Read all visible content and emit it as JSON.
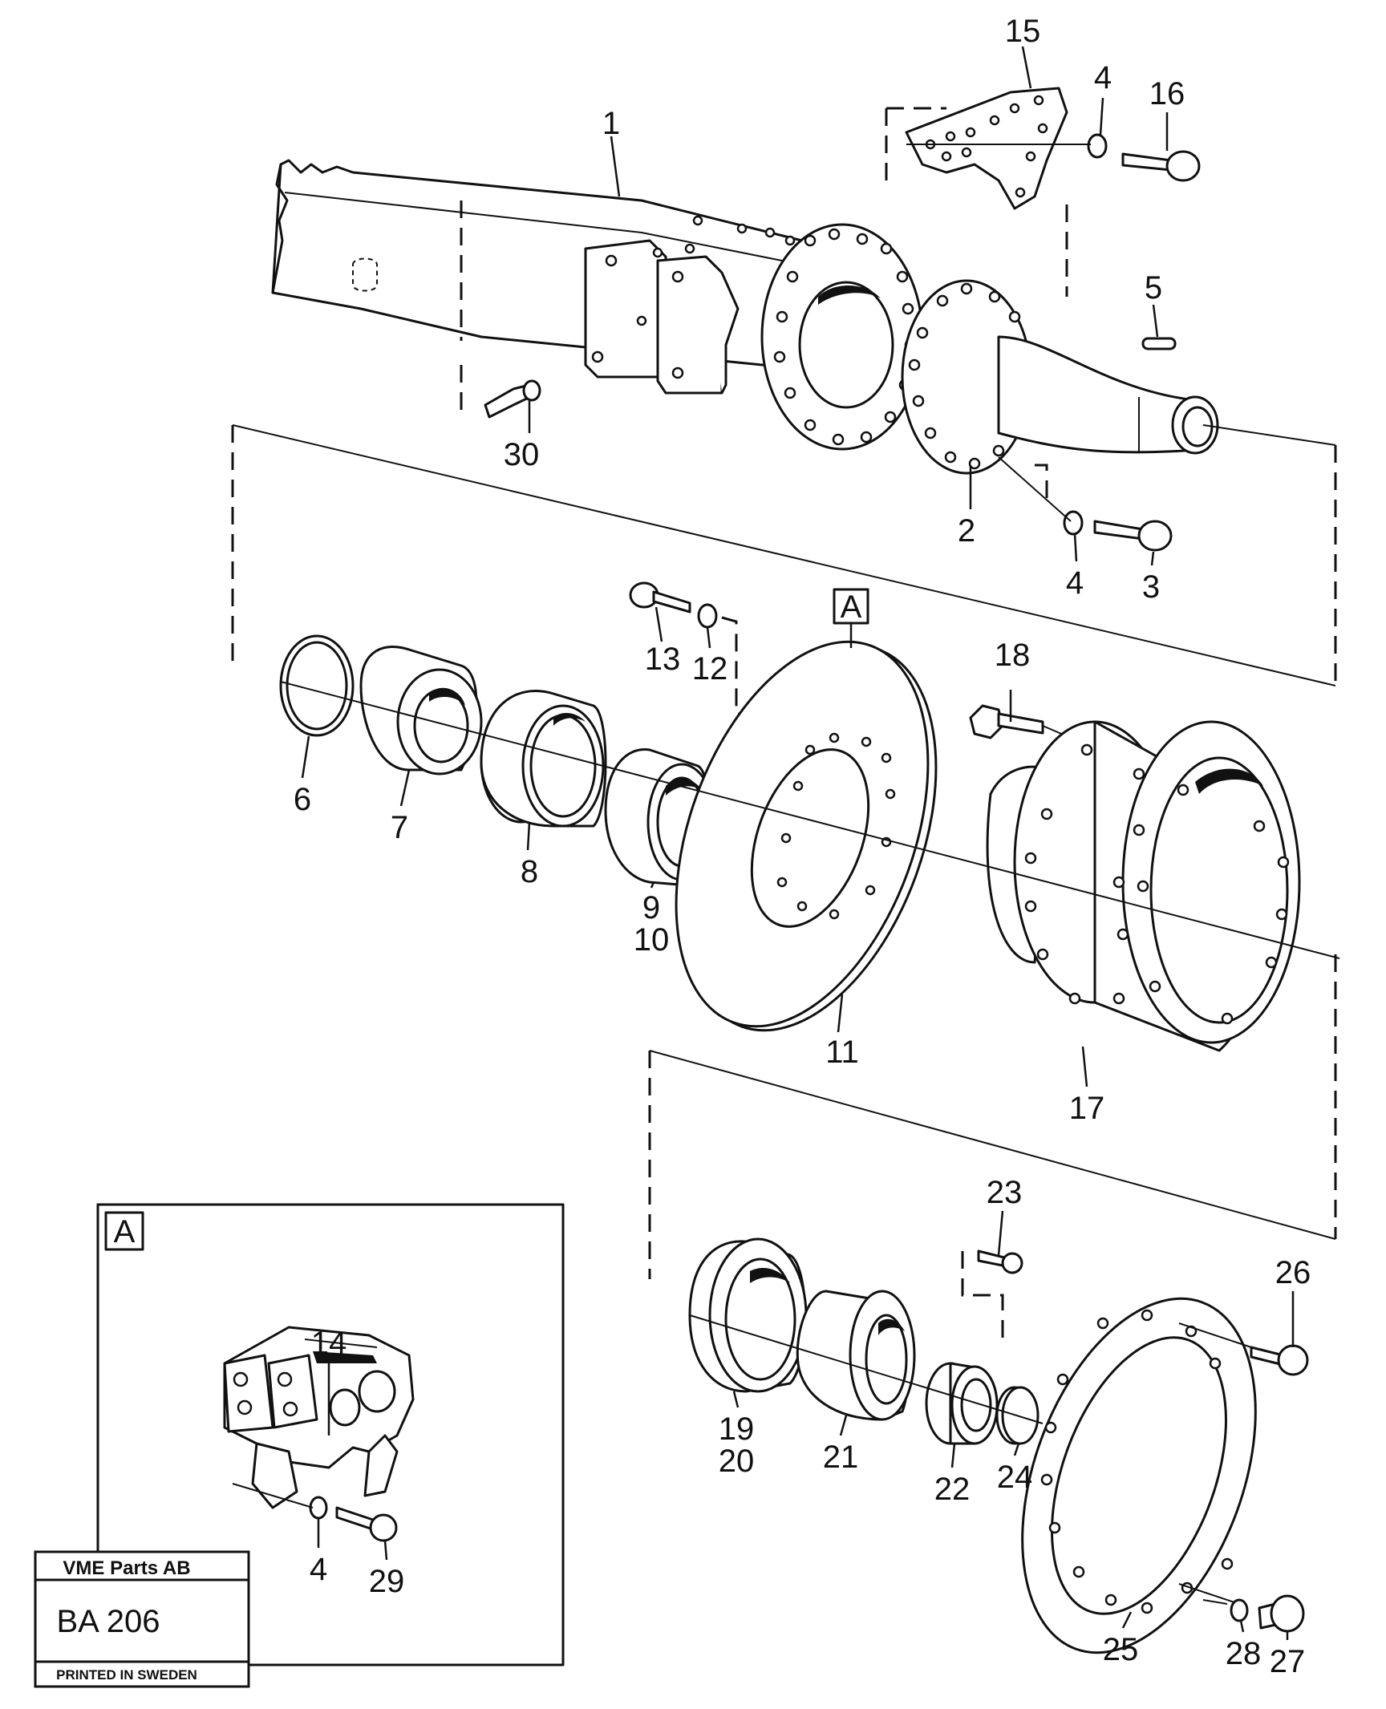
{
  "diagram": {
    "part_numbers": [
      "1",
      "2",
      "3",
      "4",
      "5",
      "6",
      "7",
      "8",
      "9",
      "10",
      "11",
      "12",
      "13",
      "14",
      "15",
      "16",
      "17",
      "18",
      "19",
      "20",
      "21",
      "22",
      "23",
      "24",
      "25",
      "26",
      "27",
      "28",
      "29",
      "30"
    ],
    "detail_marker": "A",
    "detail_box_label": "A",
    "labels": {
      "p1": "1",
      "p2": "2",
      "p3": "3",
      "p4_top": "4",
      "p4_mid": "4",
      "p4_detail": "4",
      "p5": "5",
      "p6": "6",
      "p7": "7",
      "p8": "8",
      "p9": "9",
      "p10": "10",
      "p11": "11",
      "p12": "12",
      "p13": "13",
      "p14": "14",
      "p15": "15",
      "p16": "16",
      "p17": "17",
      "p18": "18",
      "p19": "19",
      "p20": "20",
      "p21": "21",
      "p22": "22",
      "p23": "23",
      "p24": "24",
      "p25": "25",
      "p26": "26",
      "p27": "27",
      "p28": "28",
      "p29": "29",
      "p30": "30"
    }
  },
  "title_block": {
    "company": "VME Parts AB",
    "code": "BA 206",
    "printed": "PRINTED IN SWEDEN"
  }
}
